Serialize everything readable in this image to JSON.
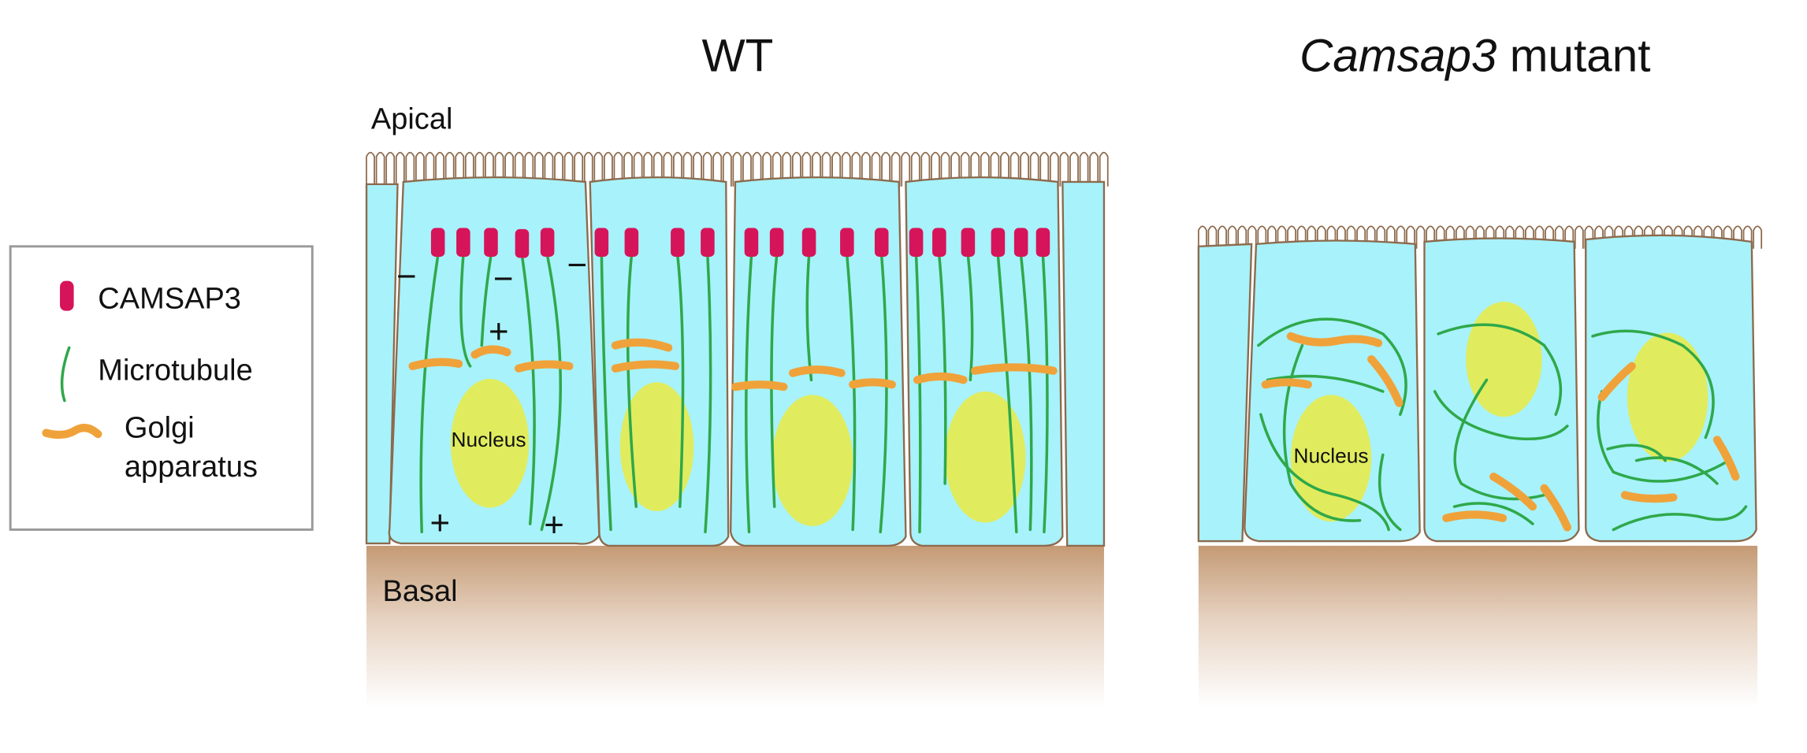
{
  "titles": {
    "wt": "WT",
    "mutant_italic": "Camsap3",
    "mutant_rest": " mutant"
  },
  "labels": {
    "apical": "Apical",
    "basal": "Basal",
    "nucleus": "Nucleus"
  },
  "legend": {
    "camsap3": "CAMSAP3",
    "microtubule": "Microtubule",
    "golgi_line1": "Golgi",
    "golgi_line2": "apparatus"
  },
  "polarity": {
    "minus": "−",
    "plus": "+"
  },
  "colors": {
    "cytoplasm": "#a8f2fb",
    "nucleus": "#e0ec5e",
    "camsap3": "#d6145a",
    "microtubule": "#2fa84a",
    "golgi": "#f0a23a",
    "basal": "#c49a74"
  }
}
